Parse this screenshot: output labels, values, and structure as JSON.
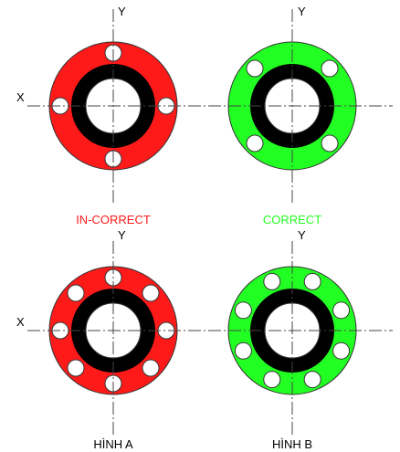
{
  "axis": {
    "x": "X",
    "y": "Y"
  },
  "colors": {
    "incorrect": "#ff1a1a",
    "correct": "#22ff22",
    "bore_ring": "#000000",
    "hole": "#ffffff",
    "outline": "#333333",
    "centerline": "#444444"
  },
  "captions": {
    "incorrect": "IN-CORRECT",
    "correct": "CORRECT",
    "figure_a": "HÌNH A",
    "figure_b": "HÌNH B"
  },
  "flanges": [
    {
      "name": "flange-a-top",
      "group": "A",
      "status": "incorrect",
      "bolt_count": 4,
      "holes_on_axes": true,
      "show_x": true,
      "show_y": true
    },
    {
      "name": "flange-b-top",
      "group": "B",
      "status": "correct",
      "bolt_count": 4,
      "holes_on_axes": false,
      "show_x": false,
      "show_y": true
    },
    {
      "name": "flange-a-bottom",
      "group": "A",
      "status": "incorrect",
      "bolt_count": 8,
      "holes_on_axes": true,
      "show_x": true,
      "show_y": true
    },
    {
      "name": "flange-b-bottom",
      "group": "B",
      "status": "correct",
      "bolt_count": 8,
      "holes_on_axes": false,
      "show_x": false,
      "show_y": true
    }
  ]
}
